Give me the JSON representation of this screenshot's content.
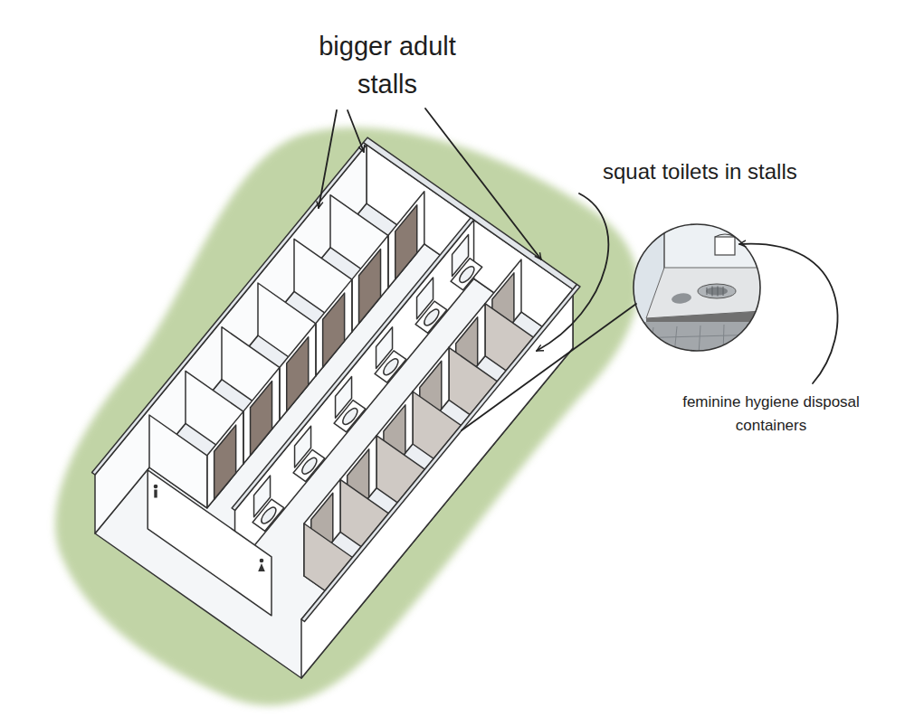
{
  "diagram": {
    "labels": [
      "bigger adult stalls",
      "squat toilets in stalls",
      "feminine hygiene disposal containers"
    ]
  }
}
